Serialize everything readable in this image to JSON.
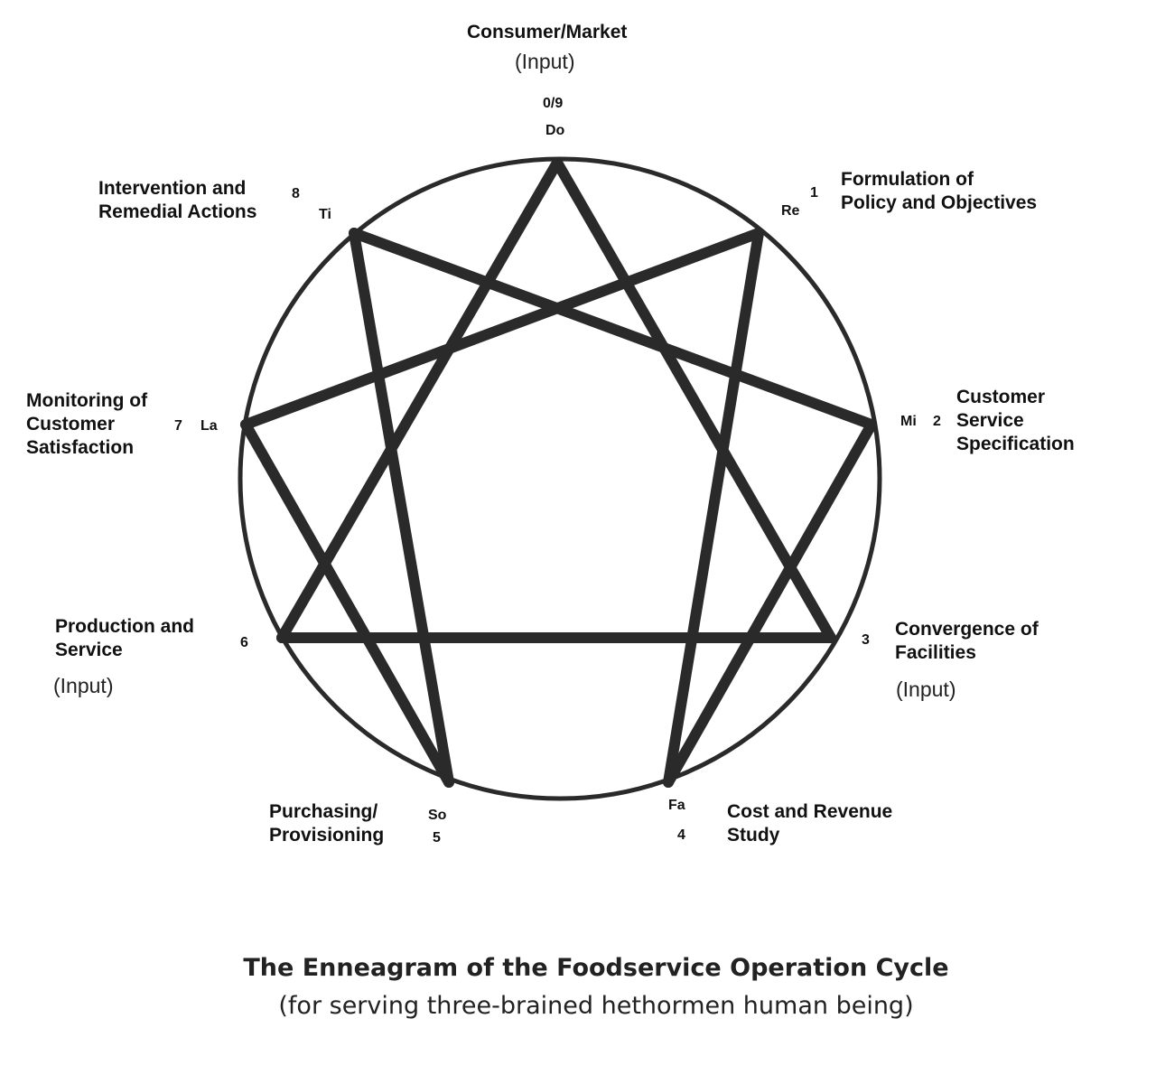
{
  "diagram": {
    "title": "The  Enneagram of the Foodservice Operation Cycle",
    "subtitle": "(for serving three-brained hethormen human being)",
    "colors": {
      "lines": "#2a2a2a",
      "text": "#111111"
    },
    "connections": {
      "triangle": [
        9,
        3,
        6
      ],
      "hexad": [
        1,
        4,
        2,
        8,
        5,
        7
      ]
    },
    "nodes": {
      "n9": {
        "number": "0/9",
        "note": "Do",
        "label": [
          "Consumer/Market"
        ],
        "input": "(Input)"
      },
      "n1": {
        "number": "1",
        "note": "Re",
        "label": [
          "Formulation of",
          "Policy and Objectives"
        ]
      },
      "n2": {
        "number": "2",
        "note": "Mi",
        "label": [
          "Customer",
          "Service",
          "Specification"
        ]
      },
      "n3": {
        "number": "3",
        "label": [
          "Convergence of",
          "Facilities"
        ],
        "input": "(Input)"
      },
      "n4": {
        "number": "4",
        "note": "Fa",
        "label": [
          "Cost and Revenue",
          "Study"
        ]
      },
      "n5": {
        "number": "5",
        "note": "So",
        "label": [
          "Purchasing/",
          "Provisioning"
        ]
      },
      "n6": {
        "number": "6",
        "label": [
          "Production and",
          "Service"
        ],
        "input": "(Input)"
      },
      "n7": {
        "number": "7",
        "note": "La",
        "label": [
          "Monitoring of",
          "Customer",
          "Satisfaction"
        ]
      },
      "n8": {
        "number": "8",
        "note": "Ti",
        "label": [
          "Intervention and",
          "Remedial Actions"
        ]
      }
    }
  }
}
